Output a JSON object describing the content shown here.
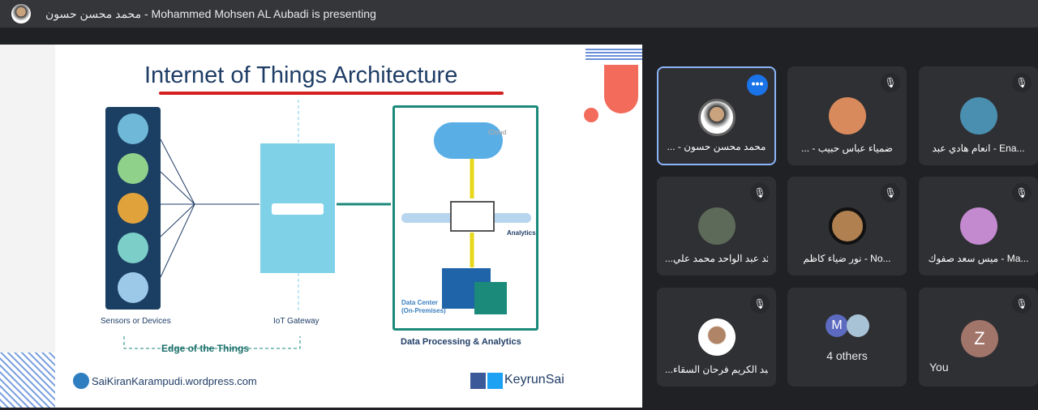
{
  "header": {
    "presenting_text": "محمد محسن حسون - Mohammed Mohsen AL Aubadi is presenting"
  },
  "slide": {
    "title": "Internet of Things Architecture",
    "sensors_label": "Sensors or Devices",
    "gateway_label": "IoT Gateway",
    "edge_label": "Edge of the Things",
    "cloud_label": "Cloud",
    "analytics_label": "Analytics",
    "datacenter_label": "Data Center",
    "datacenter_sub": "(On-Premises)",
    "dpa_label": "Data Processing & Analytics",
    "website": "SaiKiranKarampudi.wordpress.com",
    "social": "KeyrunSai"
  },
  "participants": [
    {
      "name": "... - محمد محسن حسون",
      "avatar": "photo"
    },
    {
      "name": "... - ضمياء عباس حبيب",
      "avatar": "photo"
    },
    {
      "name": "انعام هادي عبد - Ena...",
      "avatar": "photo"
    },
    {
      "name": "...ئد عبد الواحد محمد علي",
      "avatar": "photo"
    },
    {
      "name": "نور ضياء كاظم - No...",
      "avatar": "photo"
    },
    {
      "name": "ميس سعد صفوك - Ma...",
      "avatar": "photo"
    },
    {
      "name": "...عبد الكريم فرحان السقاء",
      "avatar": "photo"
    },
    {
      "name": "4 others",
      "initial": "M"
    },
    {
      "name": "You",
      "initial": "Z"
    }
  ],
  "colors": {
    "accent": "#1a73e8",
    "tile": "#2f3033",
    "you_avatar": "#a1756a",
    "m_avatar": "#5c6bc0"
  }
}
